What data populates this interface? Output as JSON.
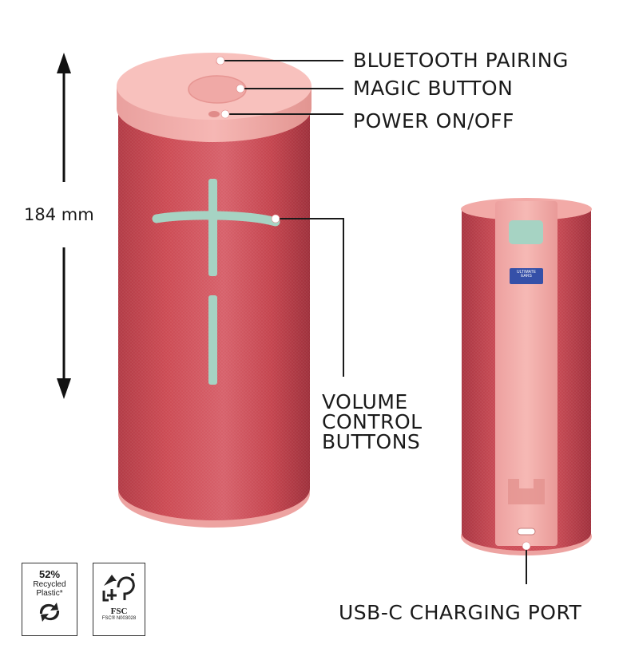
{
  "callouts": {
    "bluetooth_pairing": "BLUETOOTH PAIRING",
    "magic_button": "MAGIC BUTTON",
    "power": "POWER ON/OFF",
    "volume_lines": [
      "VOLUME",
      "CONTROL",
      "BUTTONS"
    ],
    "usb_port": "USB-C CHARGING PORT"
  },
  "dimension": {
    "height_label": "184 mm"
  },
  "badges": {
    "recycled": {
      "percent": "52%",
      "line1": "Recycled",
      "line2": "Plastic*"
    },
    "fsc": {
      "text": "FSC",
      "code": "FSC® N003028"
    }
  },
  "brand_label": {
    "line1": "ULTIMATE",
    "line2": "EARS"
  },
  "colors": {
    "body": "#c8434d",
    "cap": "#f2a6a5",
    "buttons": "#a6d3c3",
    "ink": "#1a1a1a"
  },
  "icons": [
    "up-arrow-icon",
    "down-arrow-icon",
    "recycle-icon",
    "fsc-tree-icon",
    "usb-c-port-icon"
  ]
}
